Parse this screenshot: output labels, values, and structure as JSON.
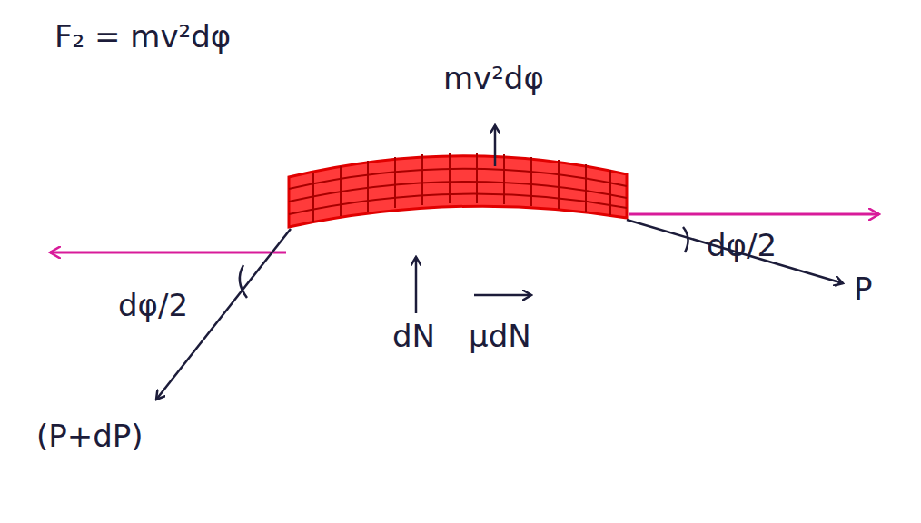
{
  "diagram": {
    "labels": [
      "F₂ = mv²dφ",
      "mv²dφ",
      "dφ/2",
      "dφ/2",
      "P",
      "(P+dP)",
      "dN",
      "μdN"
    ]
  }
}
